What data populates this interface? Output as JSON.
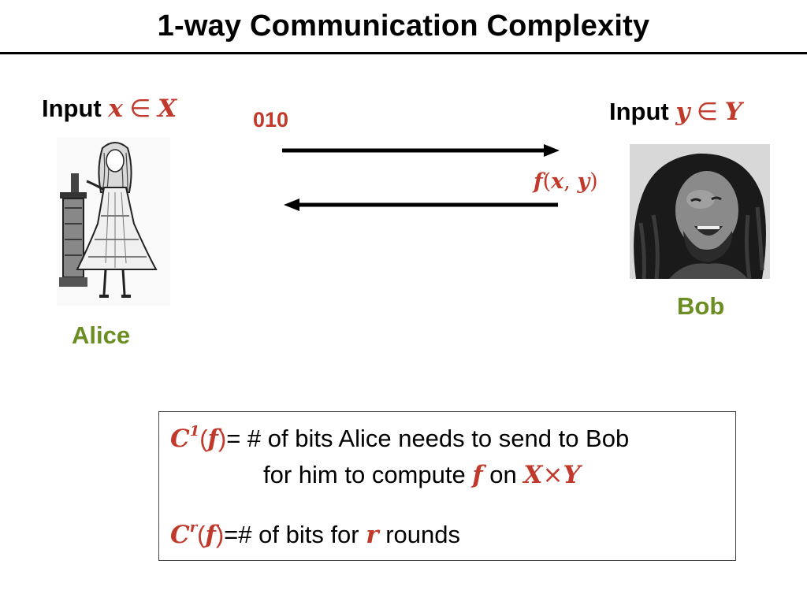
{
  "title": "1-way Communication Complexity",
  "alice": {
    "input_word": "Input",
    "var": "x",
    "elem": "∈",
    "set": "X",
    "name": "Alice"
  },
  "bob": {
    "input_word": "Input",
    "var": "y",
    "elem": "∈",
    "set": "Y",
    "name": "Bob"
  },
  "message": "010",
  "result": {
    "fn": "f",
    "open": "(",
    "x": "x",
    "comma": ", ",
    "y": "y",
    "close": ")"
  },
  "definitions": {
    "one_way": {
      "C": "C",
      "sup": "1",
      "open": "(",
      "f": "f",
      "close": ")",
      "text": "= # of bits Alice needs to send to Bob",
      "line2_pre": "for him to compute ",
      "line2_f": "f",
      "line2_on": " on ",
      "X": "X",
      "times": "×",
      "Y": "Y"
    },
    "r_rounds": {
      "C": "C",
      "sup": "r",
      "open": "(",
      "f": "f",
      "close": ")",
      "text": "=# of bits for ",
      "r": "r",
      "tail": " rounds"
    }
  },
  "colors": {
    "accent_red": "#c0392b",
    "name_green": "#6b8e23"
  }
}
